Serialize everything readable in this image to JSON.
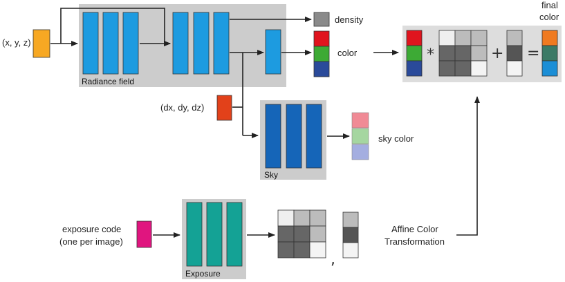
{
  "inputs": {
    "position": "(x, y, z)",
    "direction": "(dx, dy, dz)",
    "exposure_line1": "exposure code",
    "exposure_line2": "(one per image)"
  },
  "blocks": {
    "radiance_field": "Radiance field",
    "sky": "Sky",
    "exposure": "Exposure"
  },
  "outputs": {
    "density": "density",
    "color": "color",
    "sky_color": "sky color",
    "final_line1": "final",
    "final_line2": "color",
    "affine_line1": "Affine Color",
    "affine_line2": "Transformation"
  },
  "operators": {
    "multiply": "*",
    "plus": "+",
    "equals": "=",
    "comma": ","
  },
  "colors": {
    "position_box": "#f7a823",
    "direction_box": "#e2411a",
    "exposure_box": "#e0157f",
    "radiance_layers": "#1d9be0",
    "sky_layers": "#1565b8",
    "exposure_layers": "#14a295",
    "block_bg": "#cccccc",
    "density_swatch": "#8a8a8a",
    "color_red": "#e0141e",
    "color_green": "#3daa35",
    "color_blue": "#2a4a9a",
    "sky_pink": "#f08a95",
    "sky_green": "#a5d6a0",
    "sky_lavender": "#a4aee0",
    "final_orange": "#f07a20",
    "final_teal": "#3b7a66",
    "final_blue": "#1b8ed6"
  }
}
